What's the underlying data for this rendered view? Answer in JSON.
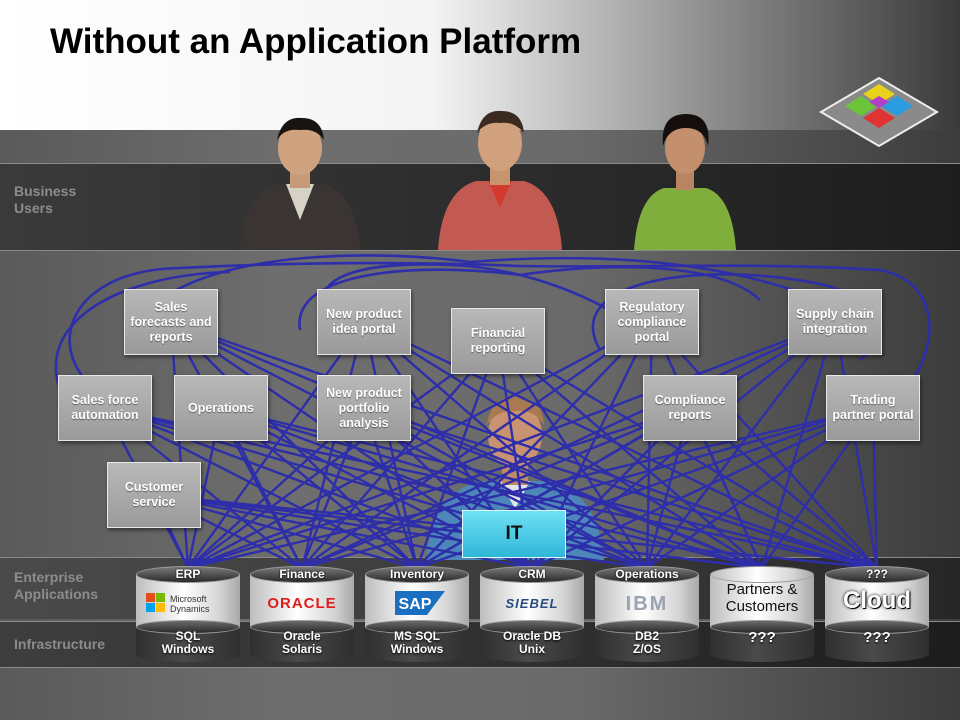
{
  "title": "Without an Application Platform",
  "bands": {
    "business_users": "Business\nUsers",
    "enterprise_applications": "Enterprise\nApplications",
    "infrastructure": "Infrastructure"
  },
  "apps": {
    "sales_forecasts": "Sales forecasts and reports",
    "new_product_idea": "New product idea portal",
    "financial_reporting": "Financial reporting",
    "regulatory_compliance": "Regulatory compliance portal",
    "supply_chain": "Supply chain integration",
    "sales_force": "Sales force automation",
    "operations": "Operations",
    "new_product_portfolio": "New product portfolio analysis",
    "compliance_reports": "Compliance reports",
    "trading_partner": "Trading partner portal",
    "customer_service": "Customer service"
  },
  "it_label": "IT",
  "systems": [
    {
      "category": "ERP",
      "vendor": "Microsoft Dynamics",
      "infra": "SQL\nWindows"
    },
    {
      "category": "Finance",
      "vendor": "ORACLE",
      "infra": "Oracle\nSolaris"
    },
    {
      "category": "Inventory",
      "vendor": "SAP",
      "infra": "MS SQL\nWindows"
    },
    {
      "category": "CRM",
      "vendor": "SIEBEL",
      "infra": "Oracle DB\nUnix"
    },
    {
      "category": "Operations",
      "vendor": "IBM",
      "infra": "DB2\nZ/OS"
    },
    {
      "category": "",
      "vendor": "Partners &\nCustomers",
      "infra": "???"
    },
    {
      "category": "???",
      "vendor": "Cloud",
      "infra": "???"
    }
  ],
  "colors": {
    "wire": "#2e2eaa",
    "it": "#3fc4e2",
    "logo": [
      "#e8d31a",
      "#2a9de0",
      "#e23333",
      "#6cc43a",
      "#b43fc6"
    ]
  }
}
